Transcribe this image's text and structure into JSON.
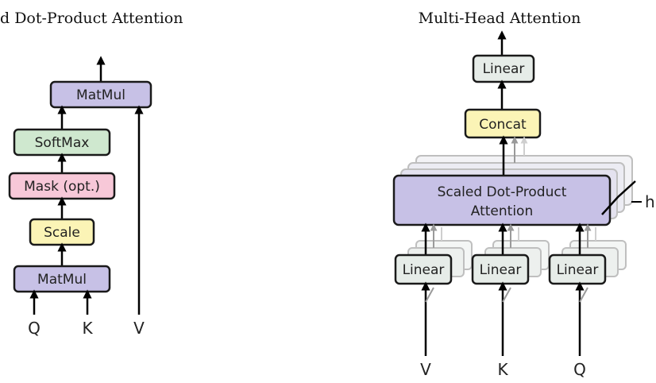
{
  "left_diagram": {
    "title": "d Dot-Product Attention",
    "boxes": {
      "matmul_top": "MatMul",
      "softmax": "SoftMax",
      "mask": "Mask (opt.)",
      "scale": "Scale",
      "matmul_bottom": "MatMul"
    },
    "inputs": {
      "q": "Q",
      "k": "K",
      "v": "V"
    }
  },
  "right_diagram": {
    "title": "Multi-Head Attention",
    "boxes": {
      "linear_top": "Linear",
      "concat": "Concat",
      "attention_line1": "Scaled Dot-Product",
      "attention_line2": "Attention",
      "linear_v": "Linear",
      "linear_k": "Linear",
      "linear_q": "Linear"
    },
    "heads_label": "h",
    "inputs": {
      "v": "V",
      "k": "K",
      "q": "Q"
    }
  },
  "colors": {
    "matmul": "#c7c1e6",
    "softmax": "#cfe8cf",
    "mask": "#f7c8d8",
    "scale": "#fbf4b6",
    "linear": "#e6ece8",
    "concat": "#fbf4b6",
    "attention": "#c7c1e6"
  }
}
